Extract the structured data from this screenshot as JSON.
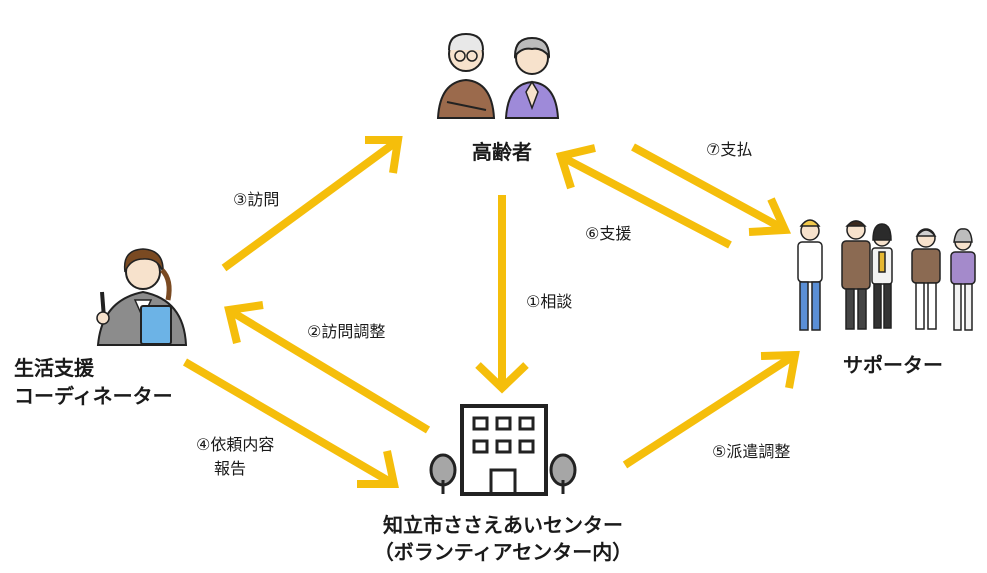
{
  "nodes": {
    "elderly": "高齢者",
    "coordinator_line1": "生活支援",
    "coordinator_line2": "コーディネーター",
    "supporters": "サポーター",
    "center_line1": "知立市ささえあいセンター",
    "center_line2": "（ボランティアセンター内）"
  },
  "edges": {
    "consult": "①相談",
    "visit_adjust": "②訪問調整",
    "visit": "③訪問",
    "request_line1": "④依頼内容",
    "request_line2": "報告",
    "dispatch_adjust": "⑤派遣調整",
    "support": "⑥支援",
    "payment": "⑦支払"
  },
  "colors": {
    "arrow": "#F5BE0B",
    "text": "#1a1a1a"
  },
  "icons": [
    "elderly-couple-icon",
    "coordinator-woman-icon",
    "building-icon",
    "tree-icon",
    "supporters-group-icon"
  ]
}
